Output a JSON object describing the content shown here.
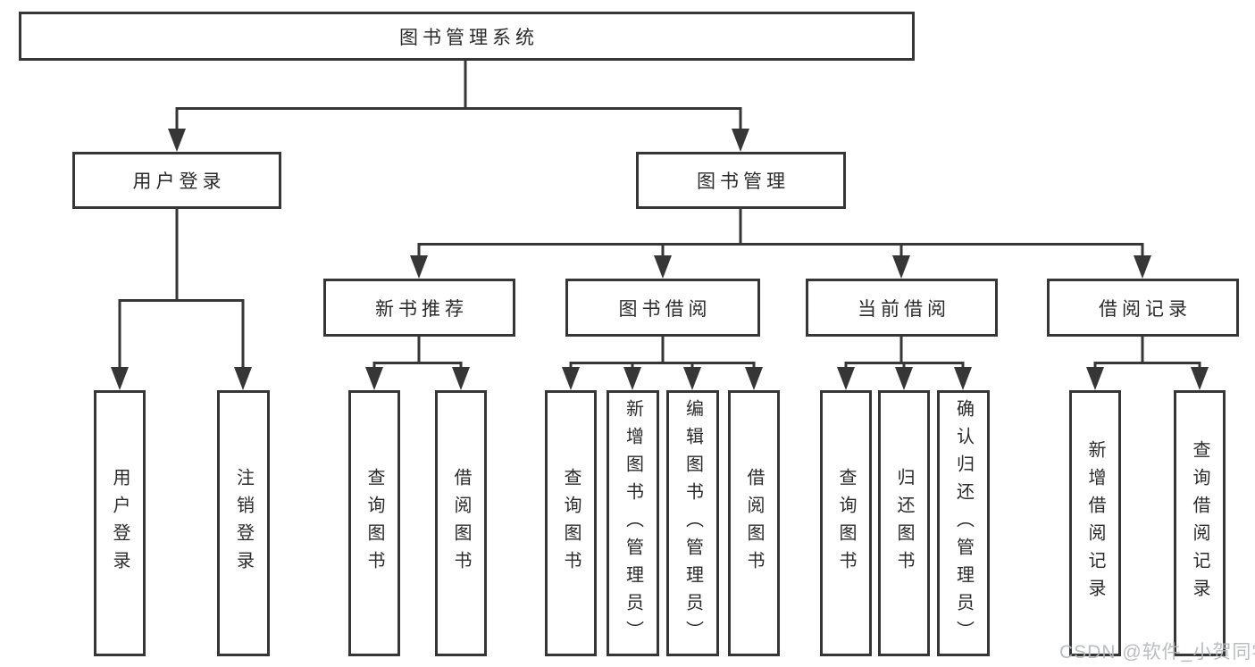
{
  "watermark": "CSDN @软件_小贺同学",
  "colors": {
    "line": "#363636",
    "box_border": "#363636",
    "text": "#2b2b2b",
    "watermark": "#b2b5ba",
    "background": "#ffffff"
  },
  "nodes": {
    "root": "图书管理系统",
    "user_login": "用户登录",
    "book_mgmt": "图书管理",
    "new_book_rec": "新书推荐",
    "book_borrow": "图书借阅",
    "current_borrow": "当前借阅",
    "borrow_records": "借阅记录",
    "leaf_user_login": "用户登录",
    "leaf_logout": "注销登录",
    "leaf_rec_query_books": "查询图书",
    "leaf_rec_borrow_books": "借阅图书",
    "leaf_bor_query_books": "查询图书",
    "leaf_bor_add_books_admin": "新增图书（管理员）",
    "leaf_bor_edit_books_admin": "编辑图书（管理员）",
    "leaf_bor_borrow_books": "借阅图书",
    "leaf_cur_query_books": "查询图书",
    "leaf_cur_return_books": "归还图书",
    "leaf_cur_confirm_return_admin": "确认归还（管理员）",
    "leaf_recs_add_record": "新增借阅记录",
    "leaf_recs_query_record": "查询借阅记录"
  },
  "structure": {
    "root": [
      "user_login",
      "book_mgmt"
    ],
    "user_login": [
      "leaf_user_login",
      "leaf_logout"
    ],
    "book_mgmt": [
      "new_book_rec",
      "book_borrow",
      "current_borrow",
      "borrow_records"
    ],
    "new_book_rec": [
      "leaf_rec_query_books",
      "leaf_rec_borrow_books"
    ],
    "book_borrow": [
      "leaf_bor_query_books",
      "leaf_bor_add_books_admin",
      "leaf_bor_edit_books_admin",
      "leaf_bor_borrow_books"
    ],
    "current_borrow": [
      "leaf_cur_query_books",
      "leaf_cur_return_books",
      "leaf_cur_confirm_return_admin"
    ],
    "borrow_records": [
      "leaf_recs_add_record",
      "leaf_recs_query_record"
    ]
  }
}
